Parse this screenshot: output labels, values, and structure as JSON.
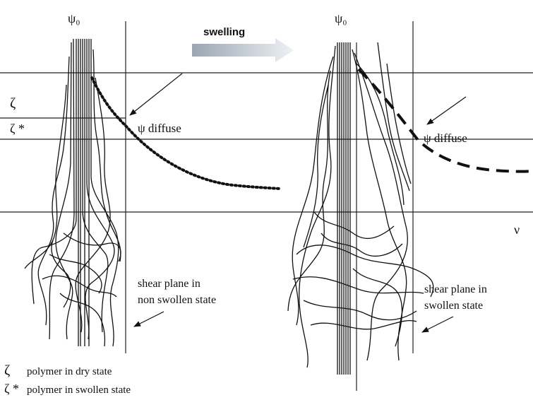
{
  "header": {
    "arrow_label": "swelling"
  },
  "left_panel": {
    "psi0_label": "ψ₀",
    "zeta_label": "ζ",
    "zeta_star_label": "ζ *",
    "psi_diffuse_label": "ψ diffuse",
    "shear_label_line1": "shear plane in",
    "shear_label_line2": "non swollen state"
  },
  "right_panel": {
    "psi0_label": "ψ₀",
    "psi_diffuse_label": "ψ diffuse",
    "nu_label": "ν",
    "shear_label_line1": "shear plane in",
    "shear_label_line2": "swollen state"
  },
  "legend": {
    "zeta_symbol": "ζ",
    "zeta_text": "polymer in dry state",
    "zeta_star_symbol": "ζ *",
    "zeta_star_text": "polymer in swollen state"
  },
  "colors": {
    "arrow_gradient_start": "#9aa6b2",
    "arrow_gradient_end": "#e9edf1",
    "ink": "#111111"
  }
}
